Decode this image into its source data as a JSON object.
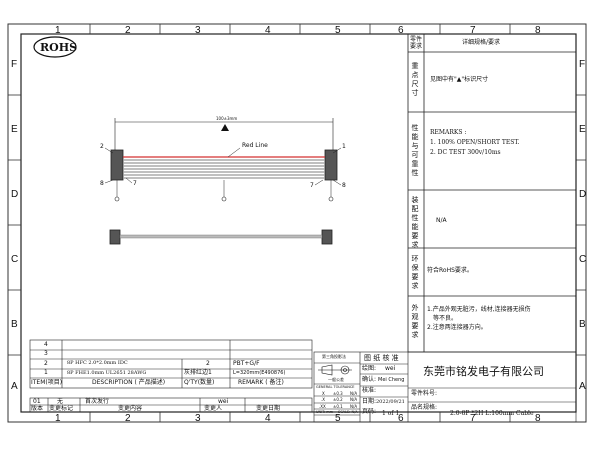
{
  "zone_columns": [
    "1",
    "2",
    "3",
    "4",
    "5",
    "6",
    "7",
    "8"
  ],
  "zone_rows": [
    "F",
    "E",
    "D",
    "C",
    "B",
    "A"
  ],
  "logo": "ROHS",
  "drawing": {
    "dimension_label": "100±3mm",
    "red_line_label": "Red Line",
    "pin_labels": {
      "left_top": "2",
      "left_bottom_a": "8",
      "left_bottom_b": "7",
      "right_top": "1",
      "right_bottom_a": "7",
      "right_bottom_b": "8"
    }
  },
  "requirements": {
    "header": {
      "item_col": "零件要求",
      "detail_col": "详细规格/要求"
    },
    "rows": [
      {
        "label": "重点尺寸",
        "text": [
          "见图中有\"▲\"标识尺寸"
        ]
      },
      {
        "label": "性能与可靠性",
        "text": [
          "REMARKS :",
          "1. 100% OPEN/SHORT TEST.",
          "2. DC TEST 300v/10ms"
        ]
      },
      {
        "label": "装配性能要求",
        "text": [
          "N/A"
        ]
      },
      {
        "label": "环保要求",
        "text": [
          "符合RoHS要求。"
        ]
      },
      {
        "label": "外观要求",
        "text": [
          "1.产品外观无脏污，线材,连接器无损伤",
          "等不良。",
          "2.注意两连接器方向。"
        ]
      }
    ]
  },
  "bom": {
    "rows": [
      {
        "item": "4",
        "desc": "",
        "qty": "",
        "remark": ""
      },
      {
        "item": "3",
        "desc": "",
        "qty": "",
        "remark": ""
      },
      {
        "item": "2",
        "desc": "8P HFC 2.0*2.0mm IDC",
        "qty": "2",
        "remark": "PBT+G/F"
      },
      {
        "item": "1",
        "desc": "8P FHE1.0mm UL2651 28AWG",
        "qty_label": "灰排红边",
        "qty": "1",
        "remark": "L=320mm(E490876)"
      }
    ],
    "header": {
      "item": "ITEM(项目)",
      "desc": "DESCRIPTION ( 产品描述)",
      "qty": "Q'TY(数量)",
      "remark": "REMARK ( 备注)"
    }
  },
  "revision": {
    "row": {
      "ver": "01",
      "mark": "无",
      "content": "首次发行",
      "by": "wei",
      "date": ""
    },
    "header": {
      "ver": "版本",
      "mark": "变更标记",
      "content": "变更内容",
      "by": "变更人",
      "date": "变更日期"
    }
  },
  "title_block": {
    "projection_label": "第三角投影法",
    "tolerance_title": "一般公差",
    "tolerance_sub": "GENERAL TOLERANCE",
    "tolerances": [
      [
        "X",
        "±0.3",
        "N/A"
      ],
      [
        ".X",
        "±0.2",
        "N/A"
      ],
      [
        ".XX",
        "±0.1",
        "N/A"
      ]
    ],
    "unit_row": [
      "UNIT: mm",
      "SCALE: N/A"
    ],
    "drawing_review": "图 纸 核 准",
    "drafter_label": "绘图:",
    "drafter": "wei",
    "confirmer_label": "确认:",
    "confirmer": "Mei Cheng",
    "checker_label": "核准:",
    "date_label": "日期:",
    "date": "2022/09/21",
    "page_label": "页码:",
    "page": "1 of 1",
    "company": "东莞市铭发电子有限公司",
    "part_no_label": "零件料号:",
    "product_name_label": "品名规格:",
    "product_name": "2.0-8P *2H L:100mm Cable"
  }
}
